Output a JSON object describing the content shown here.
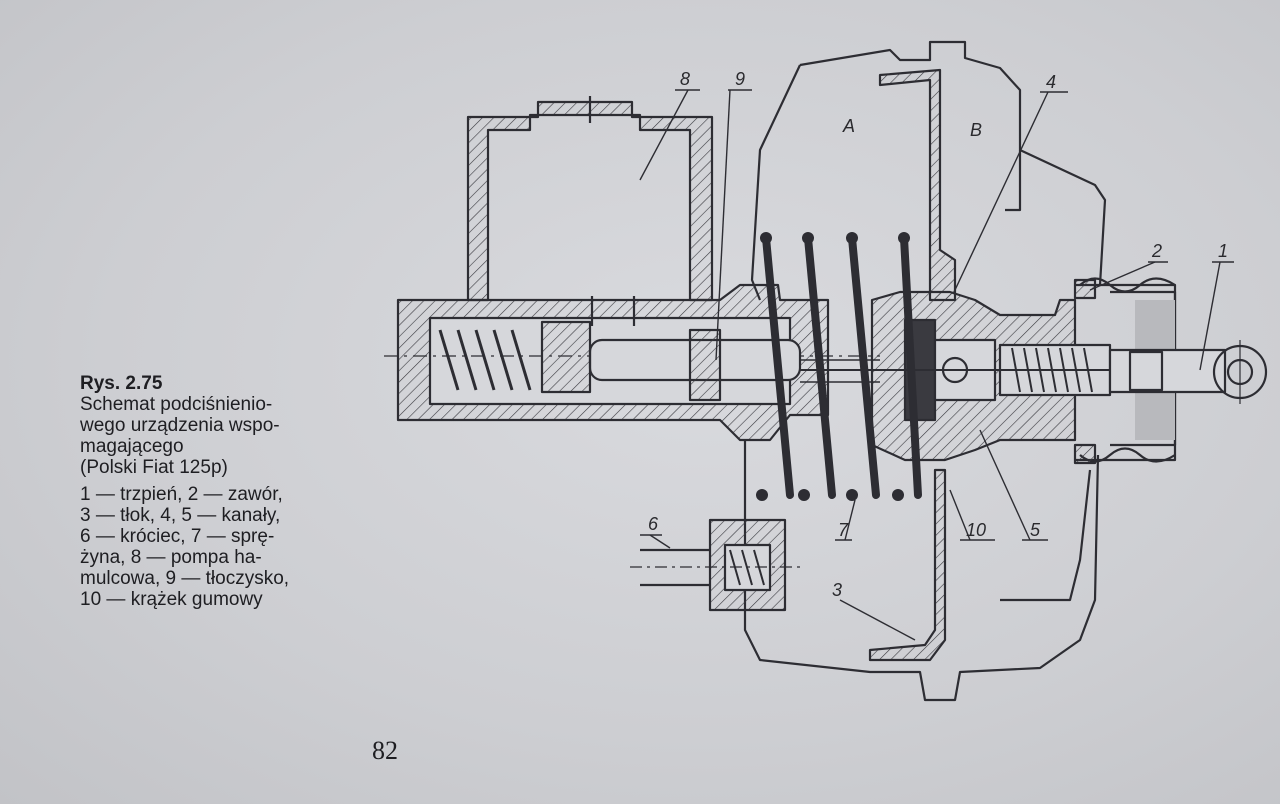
{
  "figure": {
    "title": "Rys. 2.75",
    "description_lines": [
      "Schemat podciśnienio-",
      "wego urządzenia wspo-",
      "magającego",
      "(Polski Fiat 125p)"
    ],
    "legend_lines": [
      "1 — trzpień, 2 — zawór,",
      "3 — tłok, 4, 5 — kanały,",
      "6 — króciec, 7 — sprę-",
      "żyna, 8 — pompa ha-",
      "mulcowa, 9 — tłoczysko,",
      "10 — krążek gumowy"
    ]
  },
  "diagram_labels": {
    "l1": "1",
    "l2": "2",
    "l3": "3",
    "l4": "4",
    "l5": "5",
    "l6": "6",
    "l7": "7",
    "l8": "8",
    "l9": "9",
    "l10": "10",
    "lA": "A",
    "lB": "B"
  },
  "page_number": "82"
}
